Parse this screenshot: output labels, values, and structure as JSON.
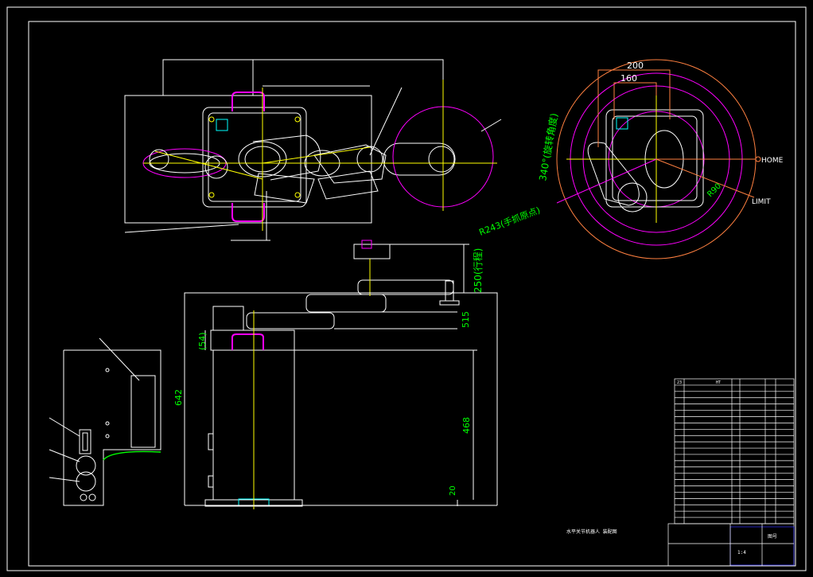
{
  "drawing": {
    "background": "#000000",
    "colors": {
      "outline": "#ffffff",
      "centerline": "#ffff00",
      "highlight": "#ff00ff",
      "dimension": "#00ff00",
      "reach": "#ff8040",
      "accent": "#00ffff",
      "titleblock_blue": "#3030ff"
    }
  },
  "top_view": {
    "dim_200": "200",
    "dim_160": "160",
    "rotation_angle": "340°(旋转角度)",
    "reach_radius": "R243(手抓原点)",
    "home_label": "HOME",
    "limit_label": "LIMIT",
    "inner_radius": "R90"
  },
  "side_view": {
    "dim_250": "250(行程)",
    "dim_515": "515",
    "dim_54": "(54)",
    "dim_642": "642",
    "dim_468": "468",
    "dim_20": "20"
  },
  "caption": "水平关节机器人 装配图",
  "title_block": {
    "rows": 23,
    "first_row_no": "23",
    "material_label": "HT",
    "scale": "1:4",
    "sheet": "图号"
  }
}
